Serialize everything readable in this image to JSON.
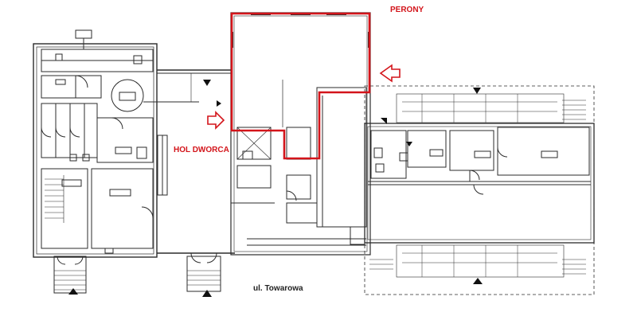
{
  "labels": {
    "platforms": "PERONY",
    "station_hall": "HOL DWORCA",
    "street": "ul. Towarowa"
  },
  "colors": {
    "highlight": "#d3141a",
    "wall": "#2b2b2b",
    "thin_line": "#555555",
    "label": "#d3141a",
    "street_label": "#222222"
  },
  "icons": {
    "entrance_marker": "black-triangle-icon",
    "direction_arrow": "outline-arrow-icon"
  }
}
